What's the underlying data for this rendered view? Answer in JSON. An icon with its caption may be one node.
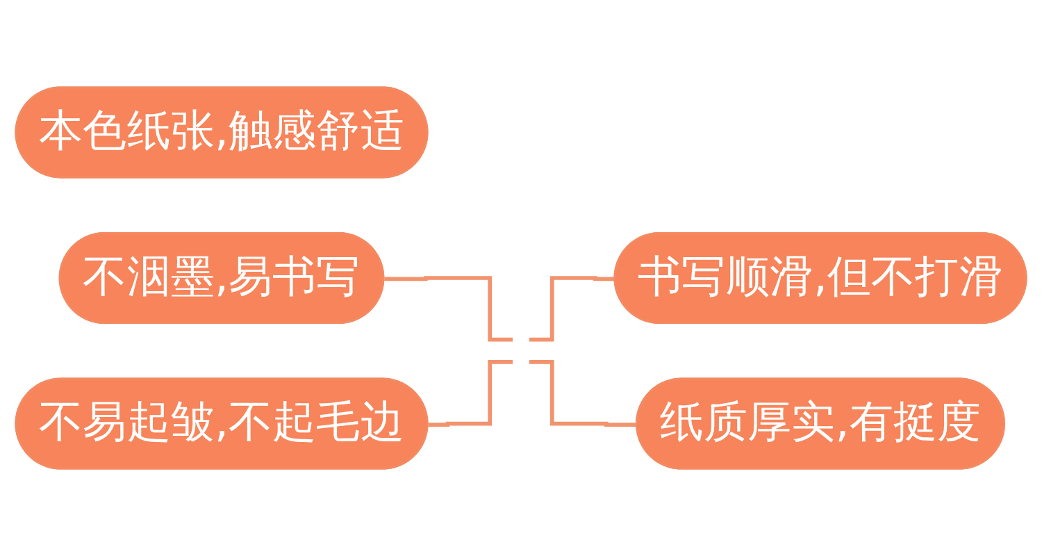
{
  "diagram": {
    "nodes": [
      {
        "text": [
          "本色纸张,触感舒适"
        ]
      },
      {
        "text": [
          "书写顺滑,但不打滑"
        ]
      },
      {
        "text": [
          "不洇墨,易书写"
        ]
      },
      {
        "text": [
          "纸质厚实,有挺度"
        ]
      },
      {
        "text": [
          "不易起皱,不起毛边"
        ]
      }
    ],
    "edges": [
      {
        "from": null,
        "to": 1,
        "arrow": "none"
      },
      {
        "from": 2,
        "to": null,
        "arrow": "none"
      },
      {
        "from": null,
        "to": 3,
        "arrow": "none"
      },
      {
        "from": 4,
        "to": null,
        "arrow": "none"
      }
    ]
  }
}
